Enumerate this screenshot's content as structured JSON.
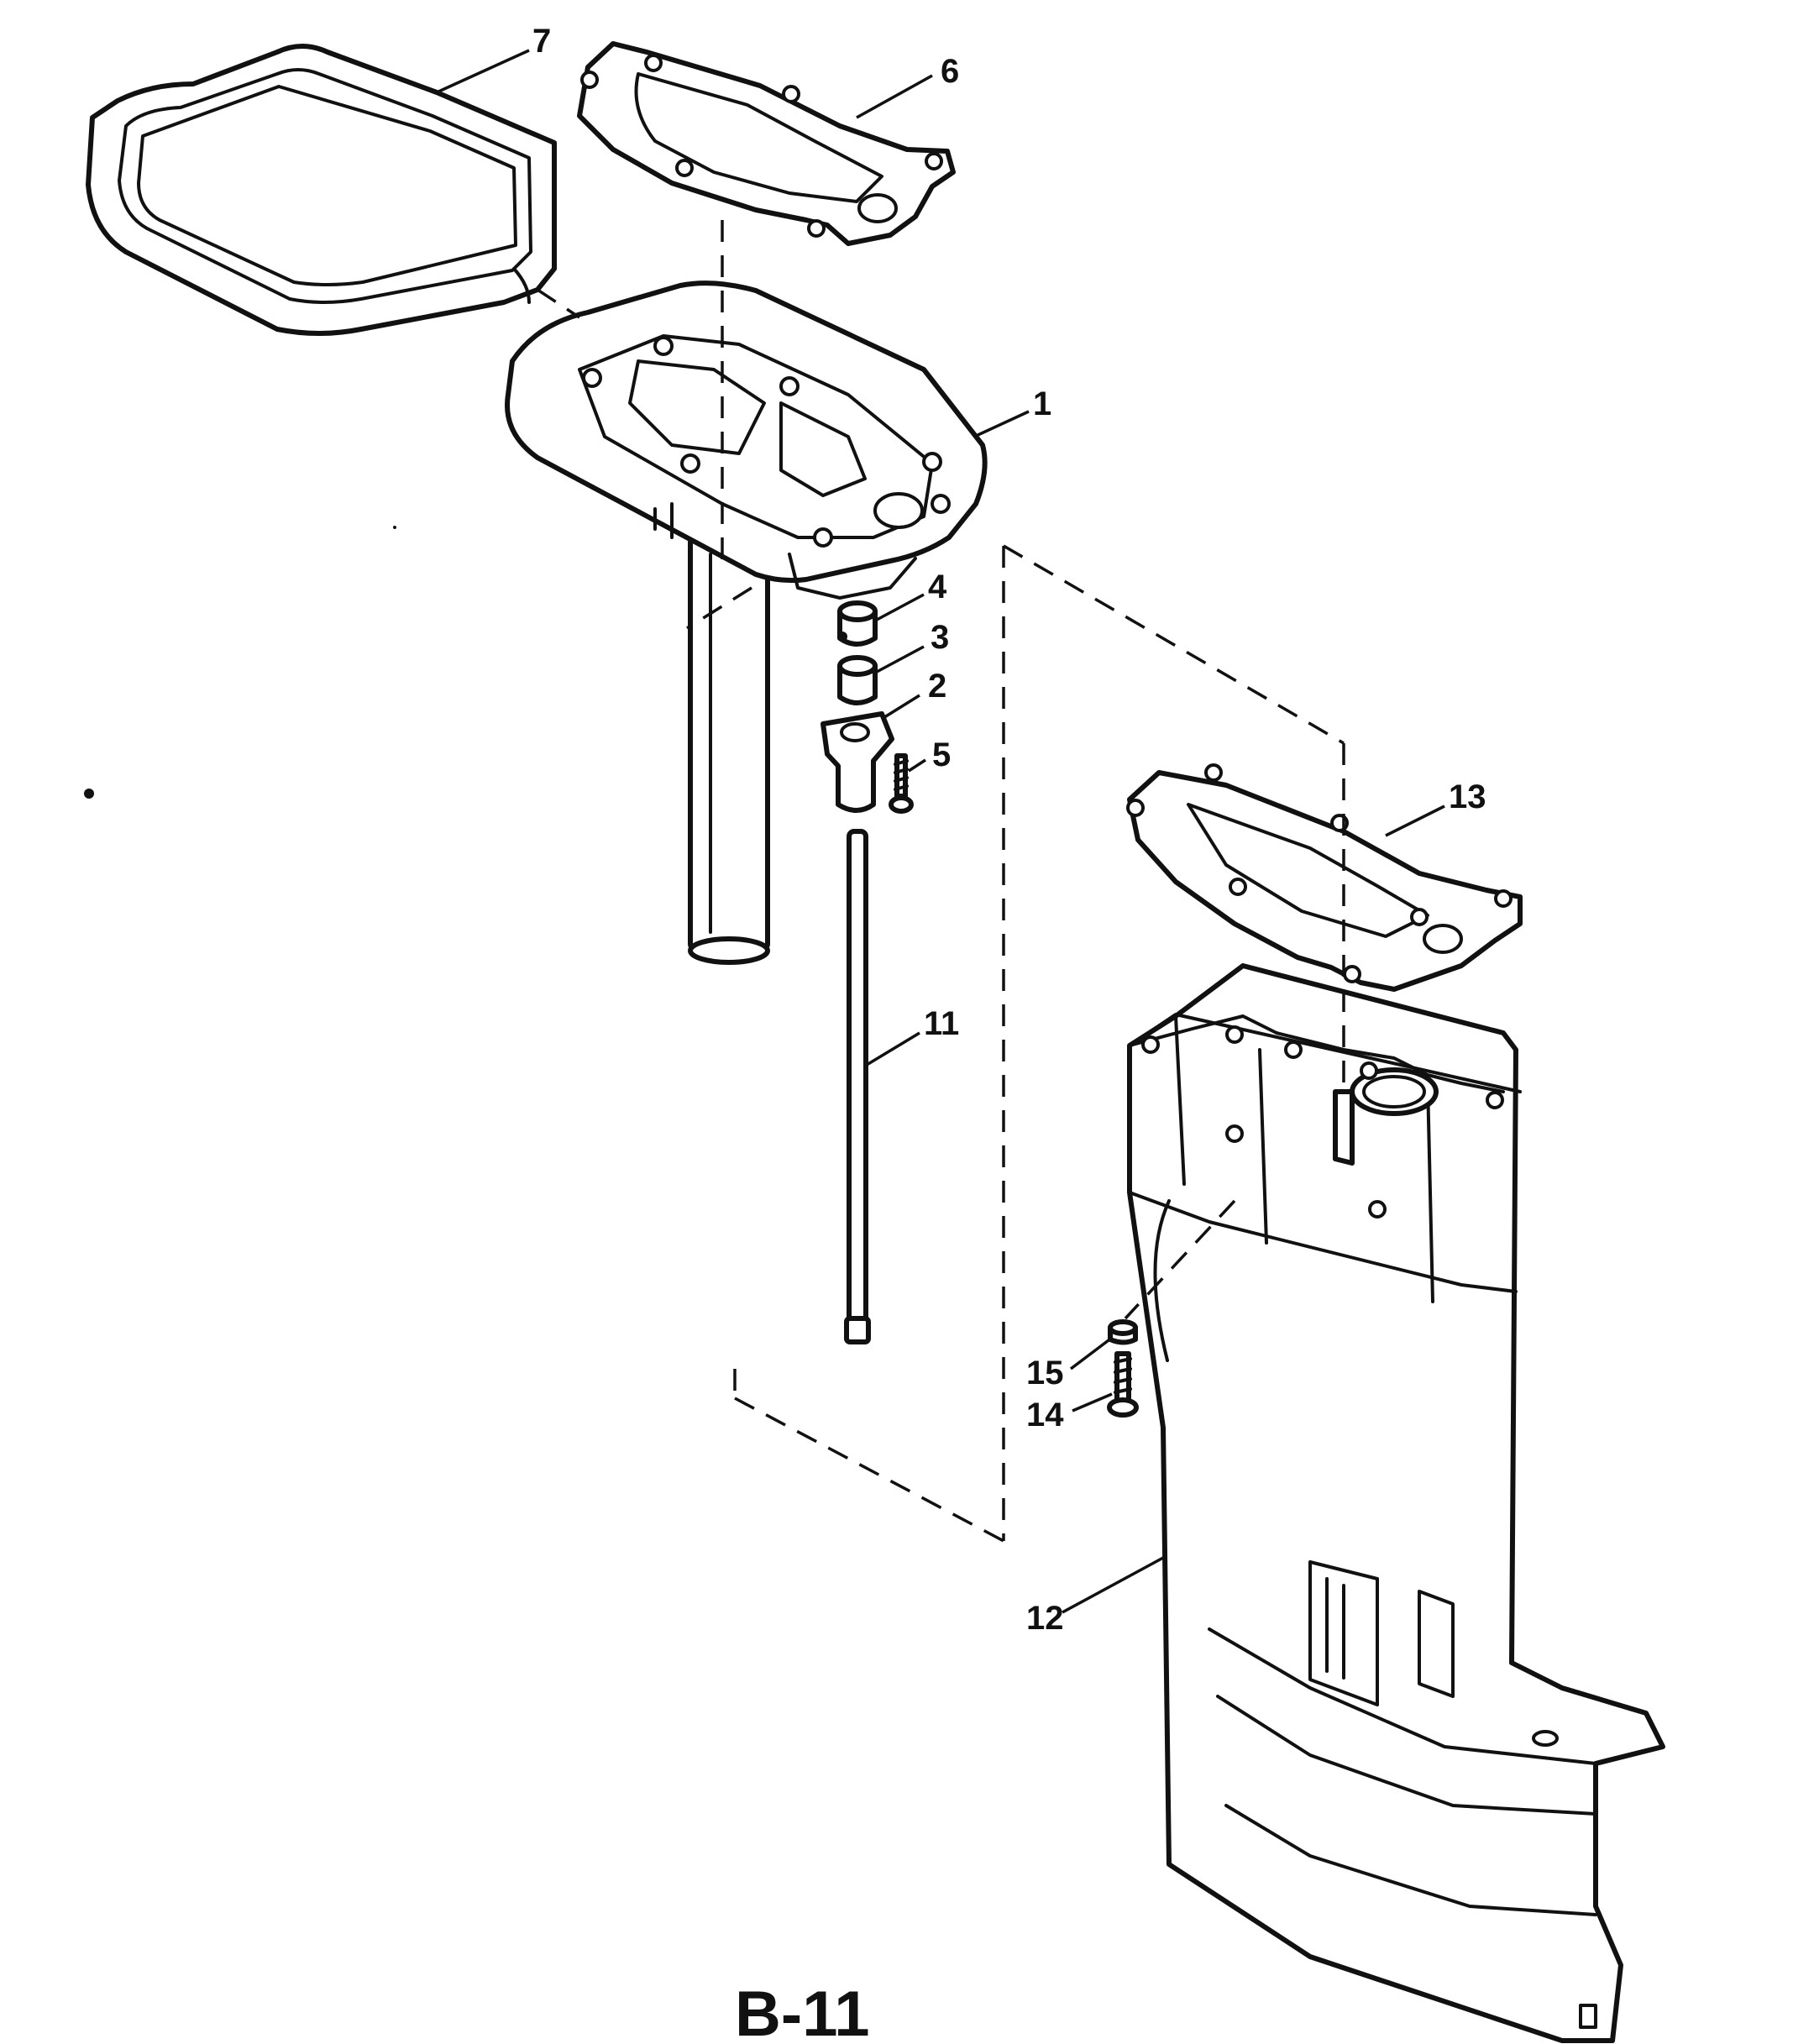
{
  "page_number": "B-11",
  "callouts": {
    "c1": "1",
    "c2": "2",
    "c3": "3",
    "c4": "4",
    "c5": "5",
    "c6": "6",
    "c7": "7",
    "c11": "11",
    "c12": "12",
    "c13": "13",
    "c14": "14",
    "c15": "15"
  }
}
